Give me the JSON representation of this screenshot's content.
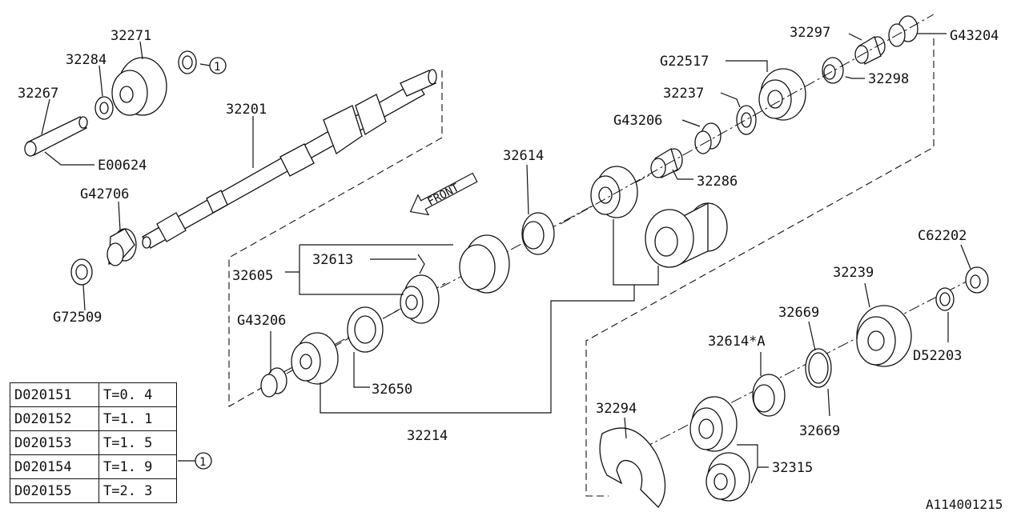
{
  "labels": {
    "p32271": "32271",
    "p32284": "32284",
    "p32267": "32267",
    "pE00624": "E00624",
    "p32201": "32201",
    "pG42706": "G42706",
    "pG72509": "G72509",
    "p32297": "32297",
    "pG43204": "G43204",
    "pG22517": "G22517",
    "p32298": "32298",
    "p32237": "32237",
    "pG43206a": "G43206",
    "p32286": "32286",
    "p32614": "32614",
    "p32613": "32613",
    "p32605": "32605",
    "pG43206b": "G43206",
    "p32650": "32650",
    "p32214": "32214",
    "pC62202": "C62202",
    "p32239": "32239",
    "p32669a": "32669",
    "p32614A": "32614*A",
    "pD52203": "D52203",
    "p32669b": "32669",
    "p32294": "32294",
    "p32315": "32315"
  },
  "front_label": "FRONT",
  "callout_symbol": "1",
  "shim_table": [
    {
      "code": "D020151",
      "thickness": "T=0. 4"
    },
    {
      "code": "D020152",
      "thickness": "T=1. 1"
    },
    {
      "code": "D020153",
      "thickness": "T=1. 5"
    },
    {
      "code": "D020154",
      "thickness": "T=1. 9"
    },
    {
      "code": "D020155",
      "thickness": "T=2. 3"
    }
  ],
  "diagram_id": "A114001215"
}
